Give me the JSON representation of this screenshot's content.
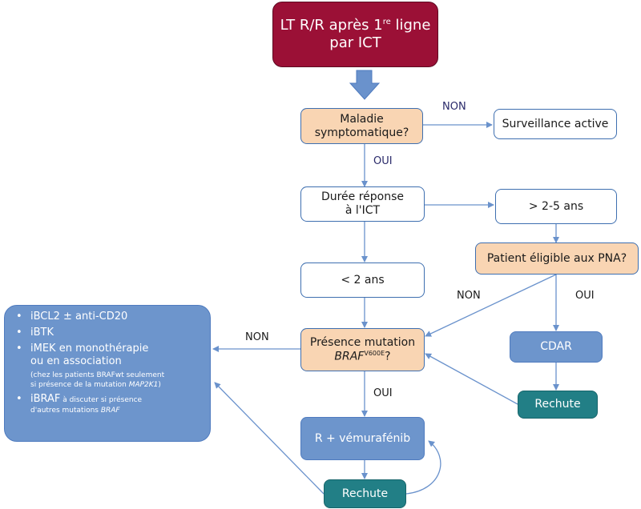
{
  "start": {
    "line1_pre": "LT R/R après 1",
    "line1_sup": "re",
    "line1_post": " ligne",
    "line2": "par ICT"
  },
  "q_symptom": {
    "line1": "Maladie",
    "line2": "symptomatique?"
  },
  "surveillance": "Surveillance active",
  "q_duration": {
    "line1": "Durée réponse",
    "line2": "à l'ICT"
  },
  "gt25": "> 2-5 ans",
  "lt2": "< 2 ans",
  "q_pna": "Patient éligible aux PNA?",
  "q_braf": {
    "line1": "Présence mutation",
    "braf": "BRAF",
    "sup": "V600E",
    "tail": "?"
  },
  "cdar": "CDAR",
  "rechute_right": "Rechute",
  "vemurafenib": "R + vémurafénib",
  "rechute_bottom": "Rechute",
  "labels": {
    "non_symptom": "NON",
    "oui_symptom": "OUI",
    "non_pna": "NON",
    "oui_pna": "OUI",
    "non_braf": "NON",
    "oui_braf": "OUI"
  },
  "treatments": {
    "item1": "iBCL2 ± anti-CD20",
    "item2": "iBTK",
    "item3_line1": "iMEK en monothérapie",
    "item3_line2": "ou en association",
    "item3_note1": "(chez les patients BRAFwt seulement",
    "item3_note2_pre": "si présence de la mutation ",
    "item3_note2_em": "MAP2K1",
    "item3_note2_post": ")",
    "item4": "iBRAF",
    "item4_note1": " à discuter si présence",
    "item4_note2_pre": "d'autres mutations ",
    "item4_note2_em": "BRAF"
  },
  "colors": {
    "start": "#9b1036",
    "question": "#f9d5b3",
    "border": "#3e6fb0",
    "treatment": "#6d95cc",
    "rechute": "#227f86",
    "arrow": "#6a92cc"
  }
}
